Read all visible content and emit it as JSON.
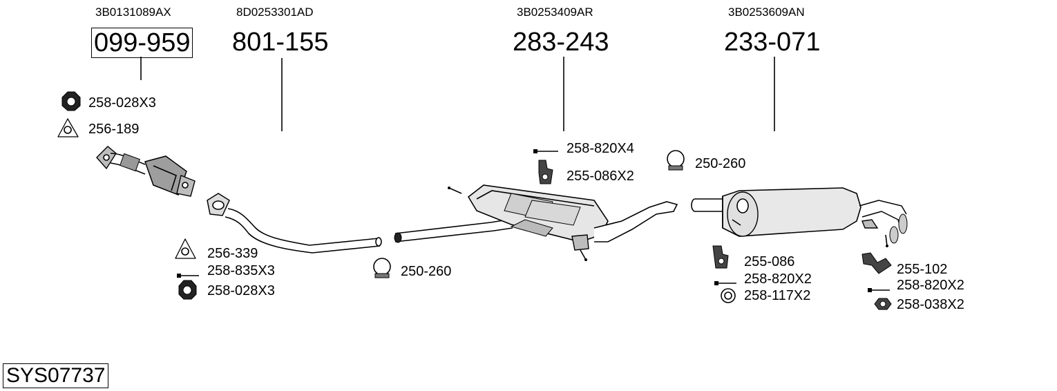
{
  "parts": [
    {
      "oem": "3B0131089AX",
      "number": "099-959"
    },
    {
      "oem": "8D0253301AD",
      "number": "801-155"
    },
    {
      "oem": "3B0253409AR",
      "number": "283-243"
    },
    {
      "oem": "3B0253609AN",
      "number": "233-071"
    }
  ],
  "accessories": {
    "a1": "258-028X3",
    "a2": "256-189",
    "a3": "258-820X4",
    "a4": "255-086X2",
    "a5": "250-260",
    "a6": "256-339",
    "a7": "258-835X3",
    "a8": "258-028X3",
    "a9": "250-260",
    "a10": "255-086",
    "a11": "258-820X2",
    "a12": "258-117X2",
    "a13": "255-102",
    "a14": "258-820X2",
    "a15": "258-038X2"
  },
  "system_code": "SYS07737"
}
